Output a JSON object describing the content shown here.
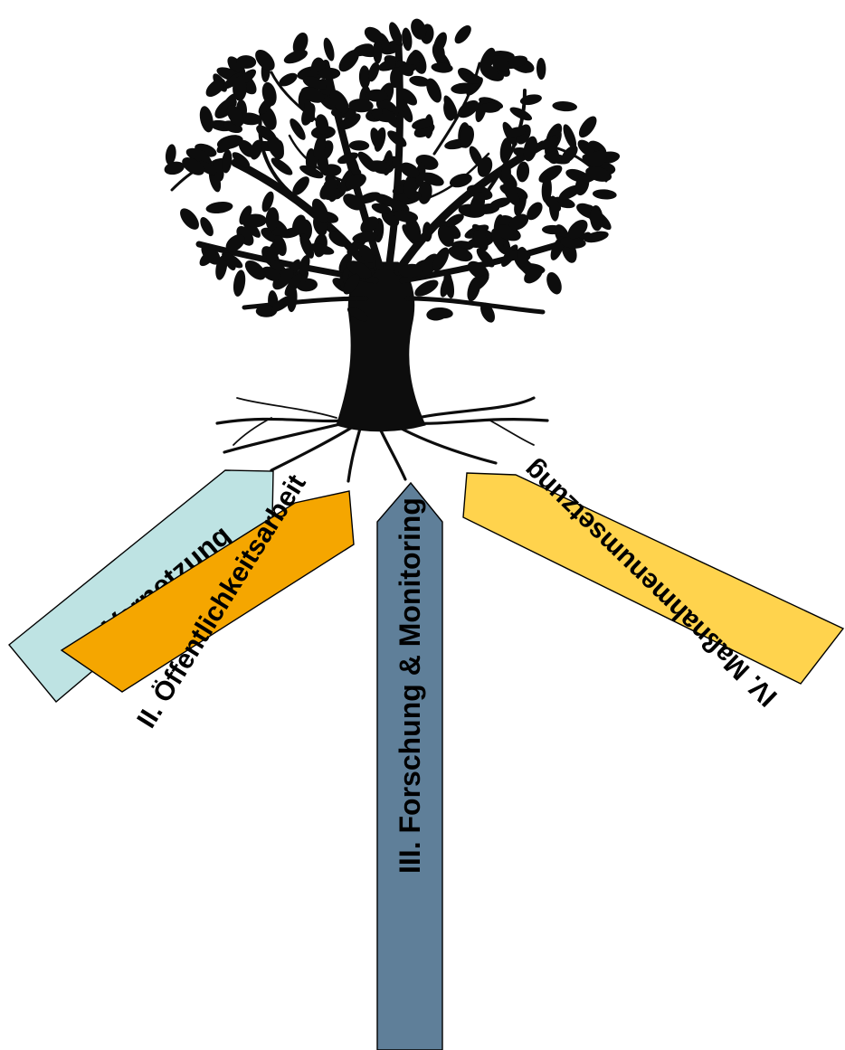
{
  "tree": {
    "icon": "tree-icon",
    "color": "#0d0d0d"
  },
  "arrows": [
    {
      "id": "vernetzung",
      "label": "I. Vernetzung",
      "color": "#bee3e3",
      "icon": "arrow-pointer"
    },
    {
      "id": "oeffentlichkeitsarbeit",
      "label": "II. Öffentlichkeitsarbeit",
      "color": "#f5a600",
      "icon": "arrow-pointer"
    },
    {
      "id": "forschung",
      "label": "III. Forschung & Monitoring",
      "color": "#5f7f99",
      "icon": "arrow-pointer"
    },
    {
      "id": "massnahmen",
      "label": "IV. Maßnahmenumsetzung",
      "color": "#ffd34d",
      "icon": "arrow-pointer"
    }
  ],
  "outline_color": "#000000"
}
